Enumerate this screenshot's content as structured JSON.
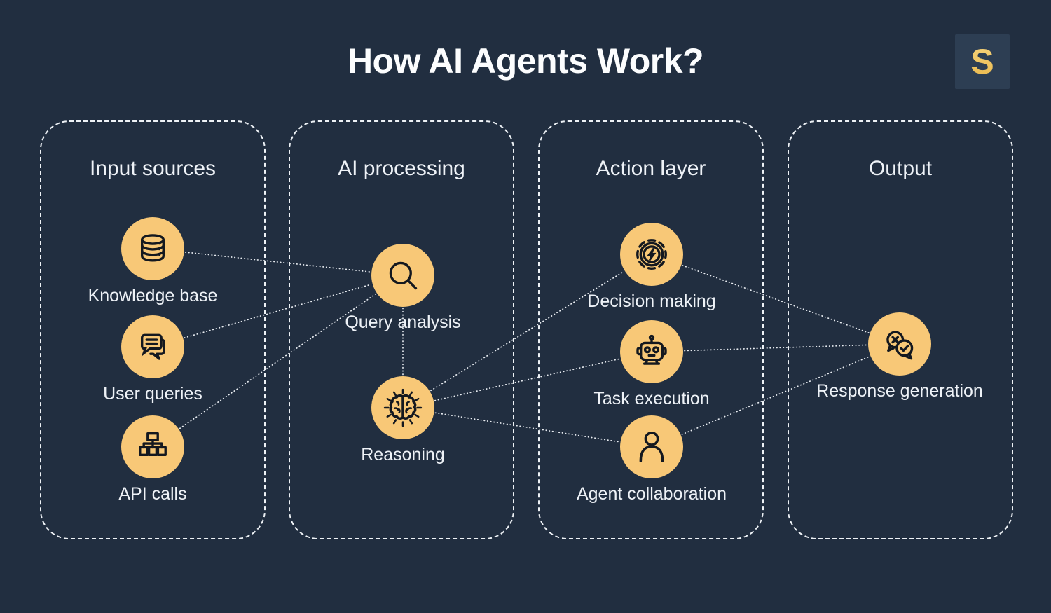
{
  "title": "How AI Agents Work?",
  "logo": {
    "letter": "S"
  },
  "colors": {
    "background": "#212e40",
    "panel_border": "#eef2f6",
    "node_fill": "#f8c877",
    "icon_stroke": "#14181f",
    "text": "#eef2f7",
    "connector": "#e9edf2",
    "logo_background": "#2d3e53",
    "logo_letter": "#f2c65f"
  },
  "columns": [
    {
      "header": "Input sources",
      "nodes": [
        {
          "id": "knowledge-base",
          "label": "Knowledge base",
          "icon": "database-icon"
        },
        {
          "id": "user-queries",
          "label": "User queries",
          "icon": "chat-bubbles-icon"
        },
        {
          "id": "api-calls",
          "label": "API calls",
          "icon": "sitemap-icon"
        }
      ]
    },
    {
      "header": "AI processing",
      "nodes": [
        {
          "id": "query-analysis",
          "label": "Query analysis",
          "icon": "magnifier-icon"
        },
        {
          "id": "reasoning",
          "label": "Reasoning",
          "icon": "brain-icon"
        }
      ]
    },
    {
      "header": "Action layer",
      "nodes": [
        {
          "id": "decision-making",
          "label": "Decision making",
          "icon": "gear-lightning-icon"
        },
        {
          "id": "task-execution",
          "label": "Task execution",
          "icon": "robot-icon"
        },
        {
          "id": "agent-collaboration",
          "label": "Agent collaboration",
          "icon": "person-icon"
        }
      ]
    },
    {
      "header": "Output",
      "nodes": [
        {
          "id": "response-generation",
          "label": "Response generation",
          "icon": "chat-check-cross-icon"
        }
      ]
    }
  ],
  "connections": [
    {
      "from": "knowledge-base",
      "to": "query-analysis"
    },
    {
      "from": "user-queries",
      "to": "query-analysis"
    },
    {
      "from": "api-calls",
      "to": "query-analysis"
    },
    {
      "from": "query-analysis",
      "to": "reasoning"
    },
    {
      "from": "reasoning",
      "to": "decision-making"
    },
    {
      "from": "reasoning",
      "to": "task-execution"
    },
    {
      "from": "reasoning",
      "to": "agent-collaboration"
    },
    {
      "from": "decision-making",
      "to": "response-generation"
    },
    {
      "from": "task-execution",
      "to": "response-generation"
    },
    {
      "from": "agent-collaboration",
      "to": "response-generation"
    }
  ]
}
